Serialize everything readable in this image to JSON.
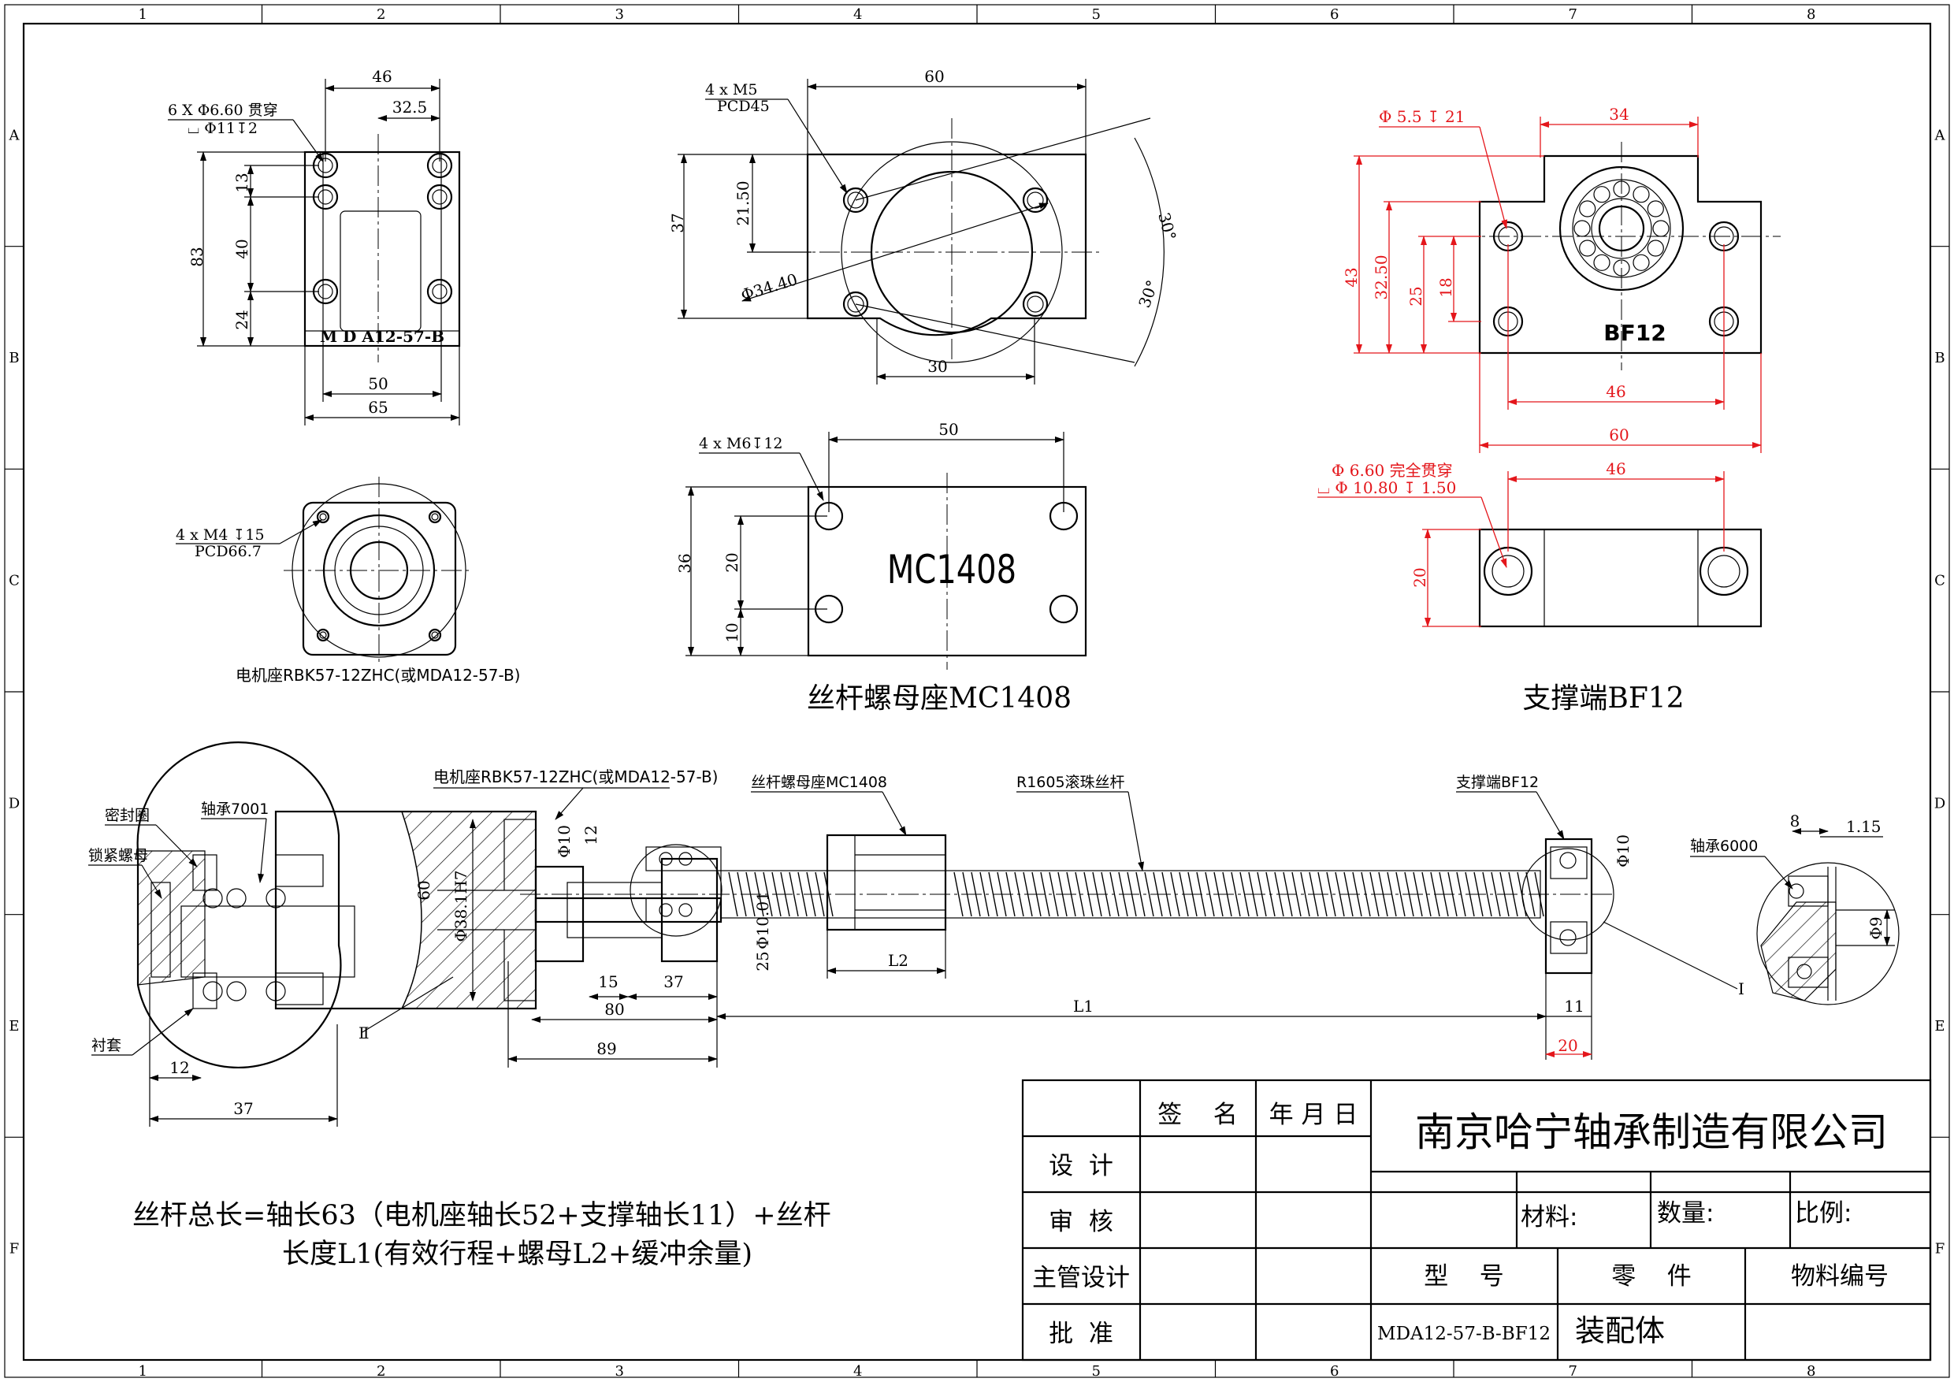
{
  "frame": {
    "columns": [
      "1",
      "2",
      "3",
      "4",
      "5",
      "6",
      "7",
      "8"
    ],
    "rows": [
      "A",
      "B",
      "C",
      "D",
      "E",
      "F"
    ]
  },
  "motor_mount_top": {
    "callout_line1": "6 X  Φ6.60 贯穿",
    "callout_line2": "⌴ Φ11↧2",
    "dim_46": "46",
    "dim_32_5": "32.5",
    "dim_13": "13",
    "dim_83": "83",
    "dim_40": "40",
    "dim_24": "24",
    "dim_50": "50",
    "dim_65": "65",
    "part_mark": "M D A12-57-B"
  },
  "motor_mount_front": {
    "callout_line1": "4 x   M4 ↧15",
    "callout_line2": "PCD66.7",
    "caption": "电机座RBK57-12ZHC(或MDA12-57-B)"
  },
  "nut_seat_front": {
    "callout_line1": "4 x   M5",
    "callout_line2": "PCD45",
    "dim_60": "60",
    "dim_37": "37",
    "dim_21_50": "21.50",
    "dim_34_40": "Φ34.40",
    "dim_30": "30",
    "angle_top": "30°",
    "angle_bottom": "30°"
  },
  "nut_seat_side": {
    "callout": "4 x   M6↧12",
    "dim_50": "50",
    "dim_36": "36",
    "dim_20": "20",
    "dim_10": "10",
    "part_mark": "MC1408",
    "caption": "丝杆螺母座MC1408"
  },
  "support_top": {
    "callout": "Φ 5.5 ↧ 21",
    "dim_34": "34",
    "dim_43": "43",
    "dim_32_50": "32.50",
    "dim_25": "25",
    "dim_18": "18",
    "dim_46": "46",
    "dim_60": "60",
    "part_mark": "BF12"
  },
  "support_bottom": {
    "callout_line1": "Φ 6.60 完全贯穿",
    "callout_line2": "⌴ Φ 10.80 ↧ 1.50",
    "dim_46": "46",
    "dim_20": "20",
    "caption": "支撑端BF12"
  },
  "assembly": {
    "label_motor": "电机座RBK57-12ZHC(或MDA12-57-B)",
    "label_nut_seat": "丝杆螺母座MC1408",
    "label_screw": "R1605滚珠丝杆",
    "label_support": "支撑端BF12",
    "label_bearing6000": "轴承6000",
    "label_seal": "密封圈",
    "label_bearing7001": "轴承7001",
    "label_locknut": "锁紧螺母",
    "label_sleeve": "衬套",
    "dim_60": "60",
    "dim_bore": "Φ38.1H7",
    "dim_phi10": "Φ10",
    "dim_12": "12",
    "dim_phi10_01": "Φ10.01",
    "dim_25": "25",
    "dim_15": "15",
    "dim_37a": "37",
    "dim_80": "80",
    "dim_89": "89",
    "dim_12b": "12",
    "dim_37b": "37",
    "dim_L2": "L2",
    "dim_L1": "L1",
    "dim_phi10_r": "Φ10",
    "dim_11": "11",
    "dim_20": "20",
    "dim_8": "8",
    "dim_1_15": "1.15",
    "dim_phi9": "Φ9",
    "mark_I": "I",
    "mark_II": "Ⅱ"
  },
  "note": {
    "line1": "丝杆总长=轴长63（电机座轴长52+支撑轴长11）+丝杆",
    "line2": "长度L1(有效行程+螺母L2+缓冲余量)"
  },
  "title_block": {
    "sign_name": "签    名",
    "date": "年 月 日",
    "company": "南京哈宁轴承制造有限公司",
    "design": "设  计",
    "review": "审  核",
    "chief": "主管设计",
    "approve": "批  准",
    "material": "材料:",
    "quantity": "数量:",
    "scale": "比例:",
    "model_label": "型    号",
    "part_label": "零    件",
    "code_label": "物料编号",
    "model_value": "MDA12-57-B-BF12",
    "part_value": "装配体"
  }
}
